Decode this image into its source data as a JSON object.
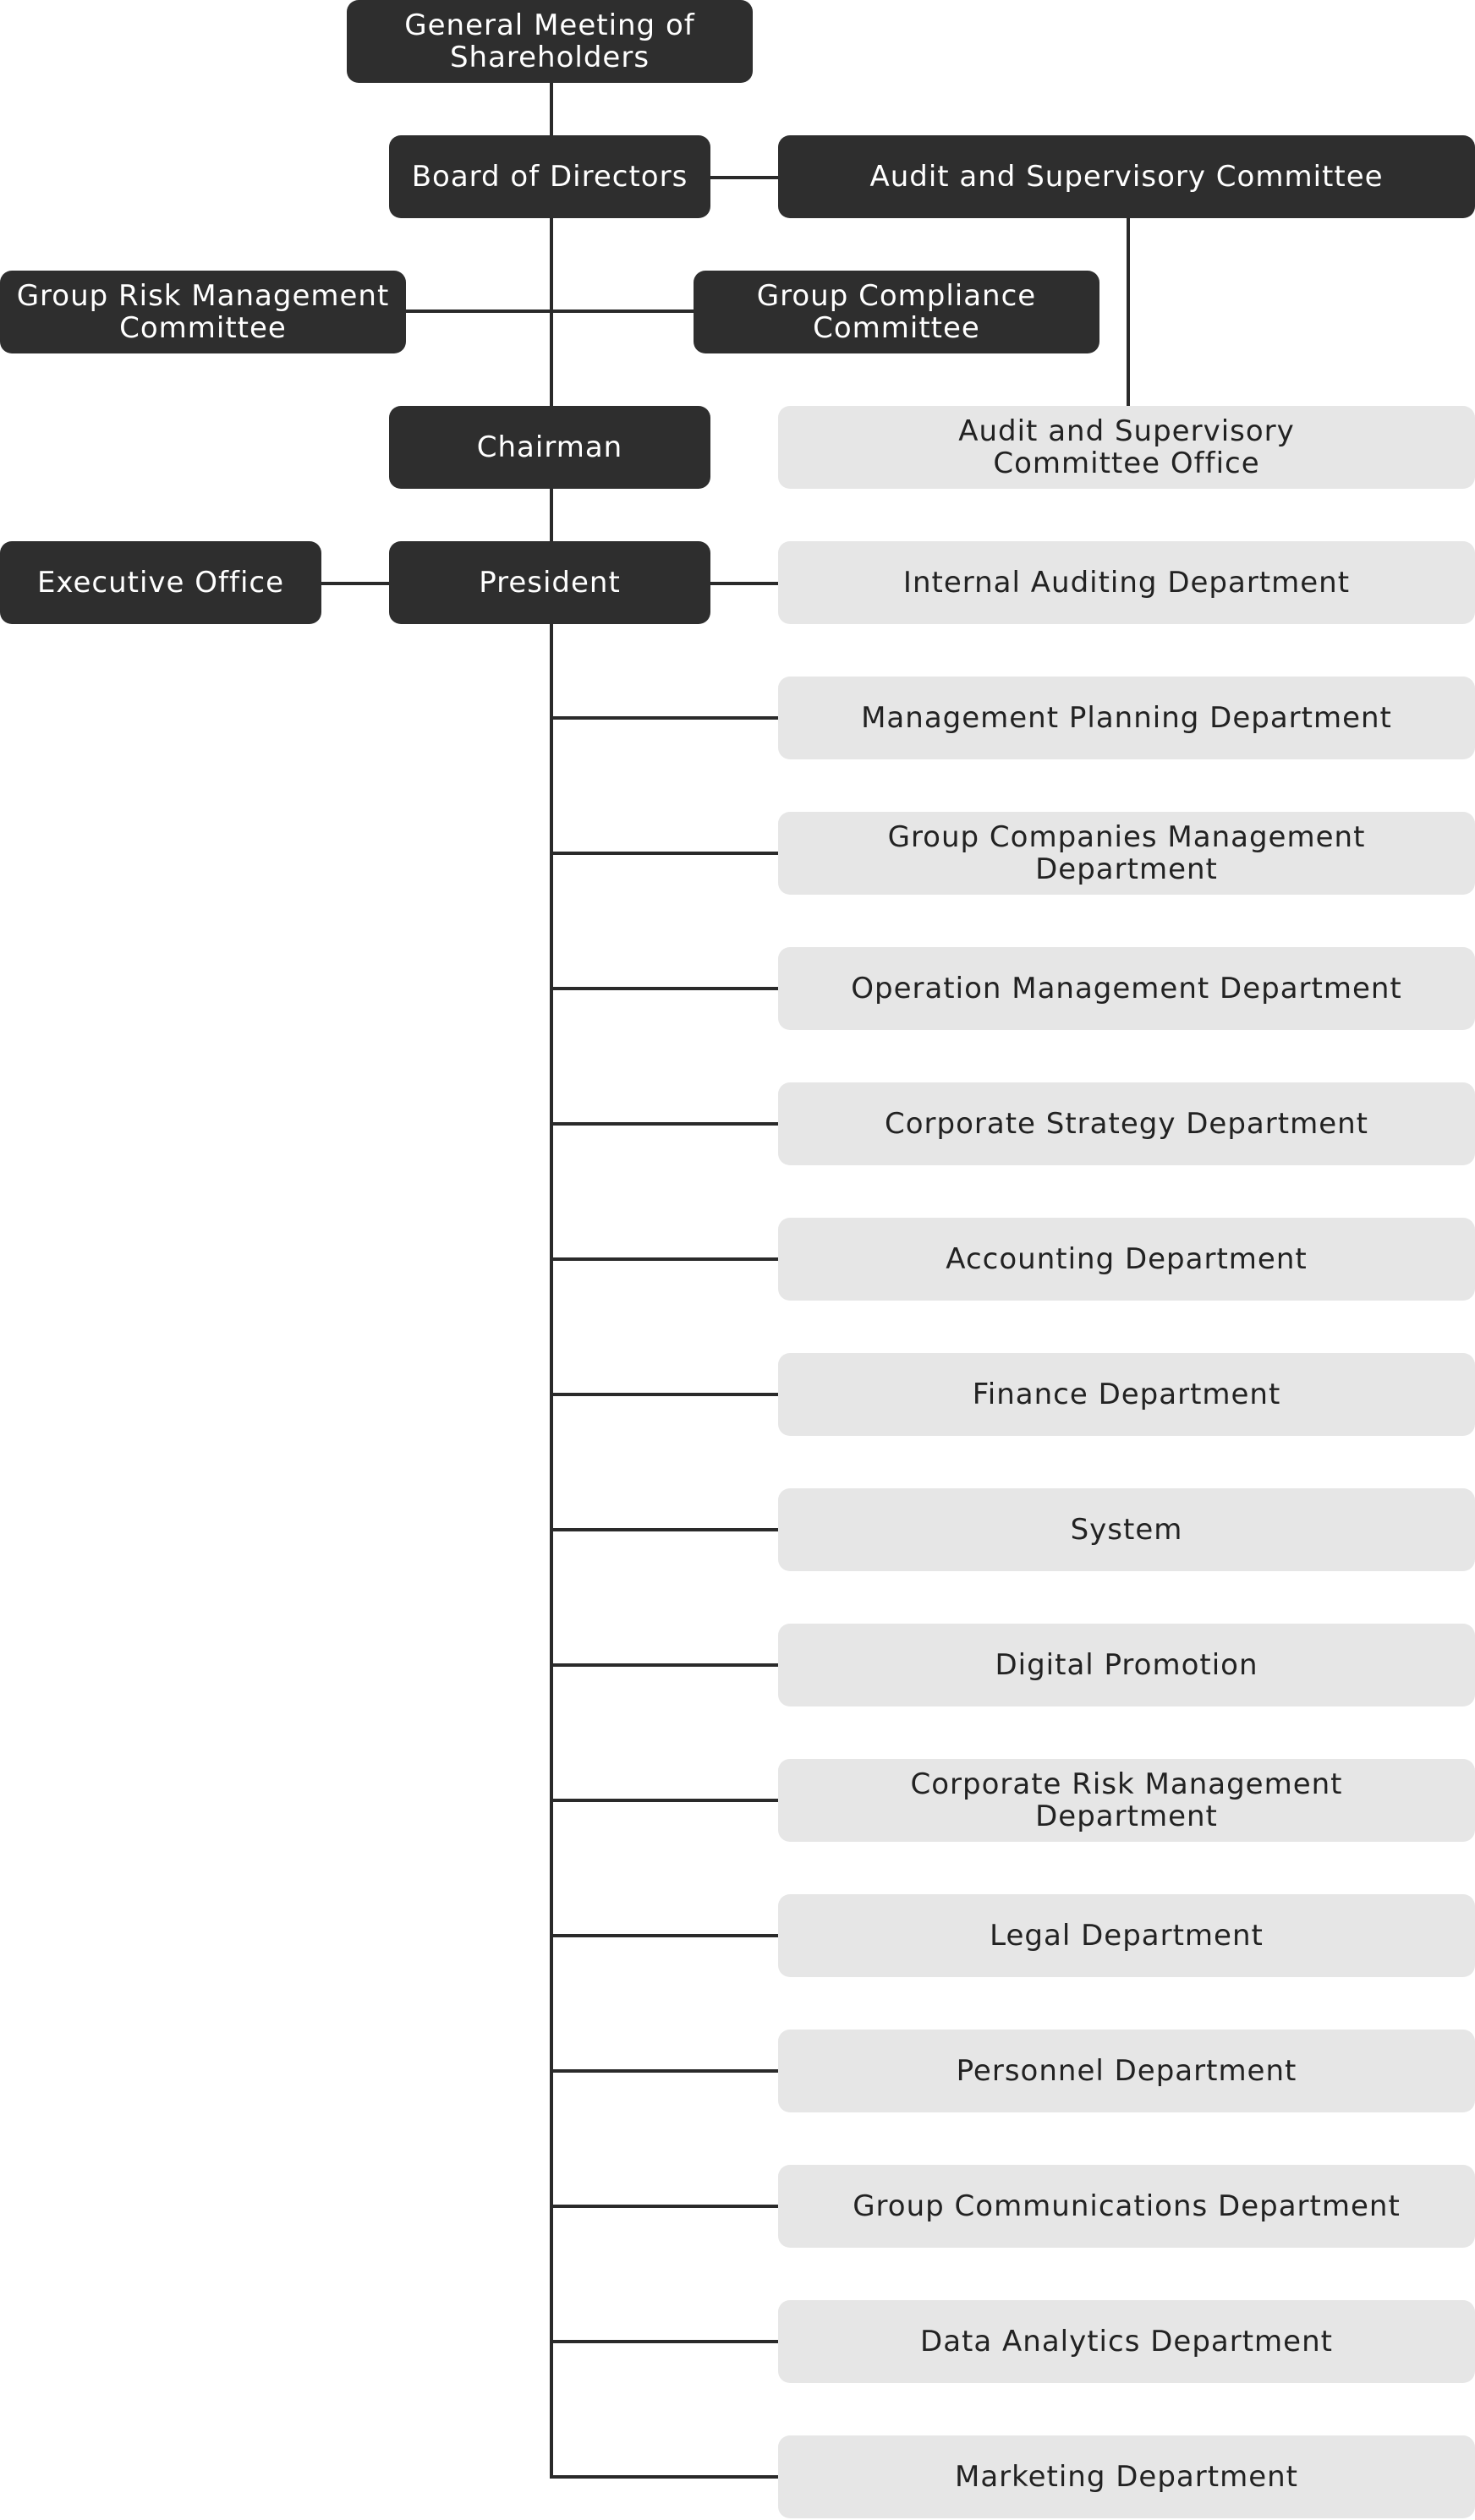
{
  "org_chart": {
    "general_meeting": "General Meeting of\nShareholders",
    "board": "Board of Directors",
    "audit_committee": "Audit and Supervisory Committee",
    "group_risk": "Group Risk Management\nCommittee",
    "group_compliance": "Group Compliance\nCommittee",
    "chairman": "Chairman",
    "audit_office": "Audit and Supervisory\nCommittee Office",
    "executive_office": "Executive Office",
    "president": "President",
    "departments": [
      "Internal Auditing Department",
      "Management Planning Department",
      "Group Companies Management\nDepartment",
      "Operation Management Department",
      "Corporate Strategy Department",
      "Accounting Department",
      "Finance Department",
      "System",
      "Digital Promotion",
      "Corporate Risk Management\nDepartment",
      "Legal Department",
      "Personnel Department",
      "Group Communications Department",
      "Data Analytics Department",
      "Marketing Department"
    ]
  },
  "colors": {
    "dark_box": "#2e2e2e",
    "light_box": "#e6e6e6",
    "line": "#2a2a2a"
  }
}
